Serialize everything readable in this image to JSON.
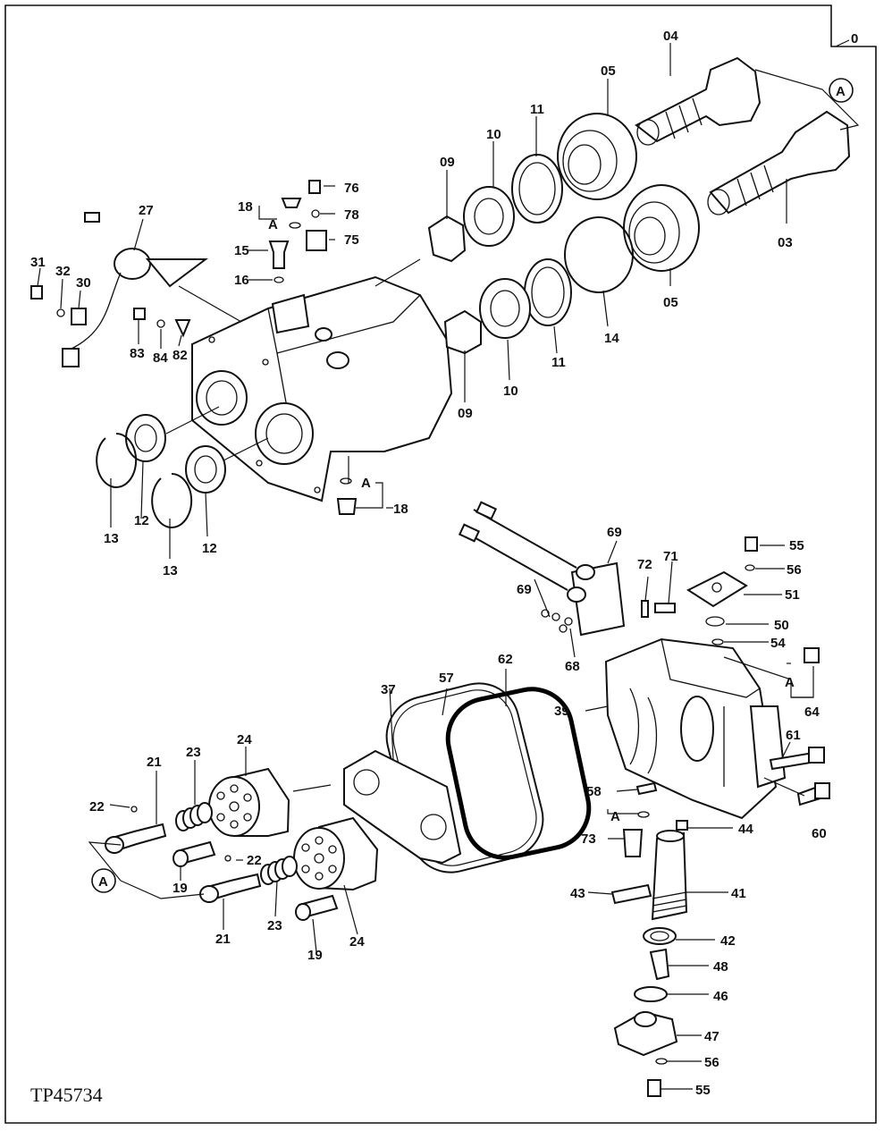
{
  "reference_code": "TP45734",
  "frame_label": "0",
  "callout_a": "A",
  "labels": {
    "p03": "03",
    "p04": "04",
    "p05a": "05",
    "p05b": "05",
    "p09a": "09",
    "p09b": "09",
    "p10a": "10",
    "p10b": "10",
    "p11a": "11",
    "p11b": "11",
    "p12a": "12",
    "p12b": "12",
    "p13a": "13",
    "p13b": "13",
    "p14": "14",
    "p15": "15",
    "p16": "16",
    "p18a": "18",
    "p18b": "18",
    "p19a": "19",
    "p19b": "19",
    "p21a": "21",
    "p21b": "21",
    "p22a": "22",
    "p22b": "22",
    "p23a": "23",
    "p23b": "23",
    "p24a": "24",
    "p24b": "24",
    "p27": "27",
    "p30": "30",
    "p31": "31",
    "p32": "32",
    "p37": "37",
    "p39": "39",
    "p41": "41",
    "p42": "42",
    "p43": "43",
    "p44": "44",
    "p46": "46",
    "p47": "47",
    "p48": "48",
    "p50": "50",
    "p51": "51",
    "p54": "54",
    "p55a": "55",
    "p55b": "55",
    "p56a": "56",
    "p56b": "56",
    "p57": "57",
    "p58": "58",
    "p60": "60",
    "p61": "61",
    "p62": "62",
    "p64": "64",
    "p68": "68",
    "p69a": "69",
    "p69b": "69",
    "p71": "71",
    "p72": "72",
    "p73": "73",
    "p75": "75",
    "p76": "76",
    "p78": "78",
    "p82": "82",
    "p83": "83",
    "p84": "84"
  },
  "group_markers": {
    "g18": "A",
    "g18b": "A",
    "g64": "A",
    "g73": "A"
  }
}
